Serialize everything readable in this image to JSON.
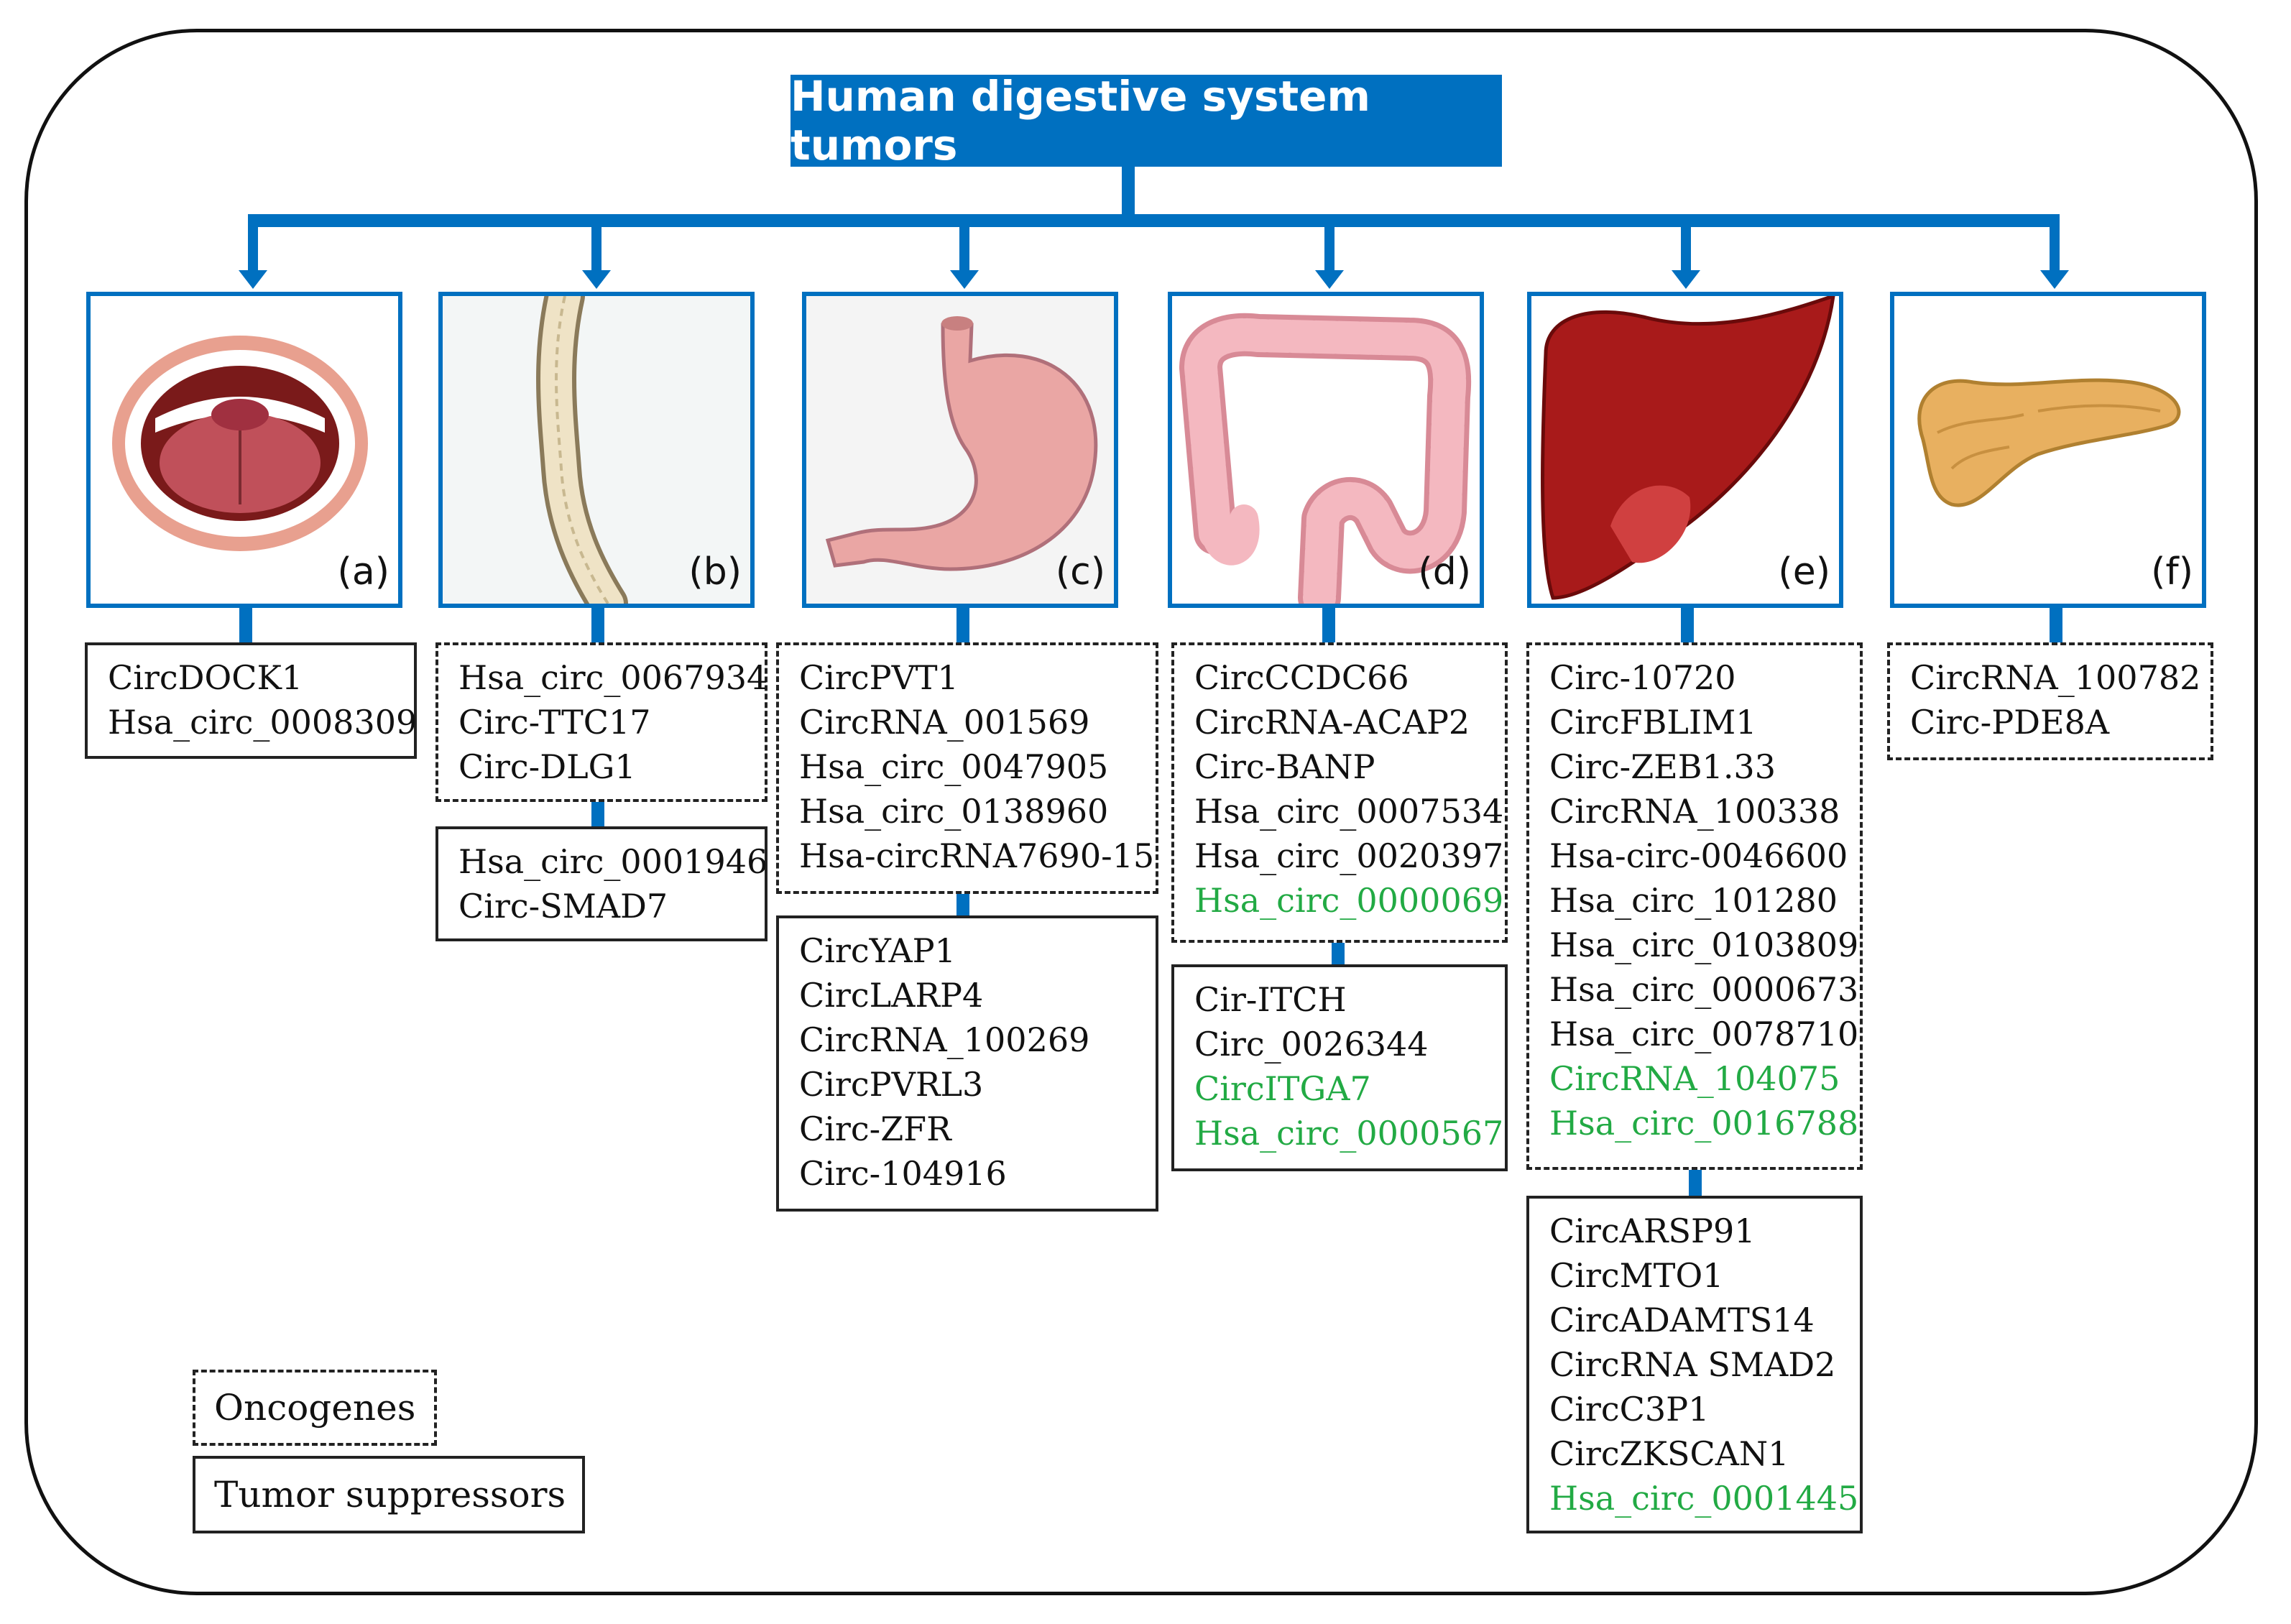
{
  "title": "Human digestive system tumors",
  "organs": [
    {
      "letter": "(a)",
      "icon": "mouth"
    },
    {
      "letter": "(b)",
      "icon": "esophagus"
    },
    {
      "letter": "(c)",
      "icon": "stomach"
    },
    {
      "letter": "(d)",
      "icon": "colon"
    },
    {
      "letter": "(e)",
      "icon": "liver"
    },
    {
      "letter": "(f)",
      "icon": "pancreas"
    }
  ],
  "lists": {
    "a_suppressors": [
      "CircDOCK1",
      "Hsa_circ_0008309"
    ],
    "b_oncogenes": [
      "Hsa_circ_0067934",
      "Circ-TTC17",
      "Circ-DLG1"
    ],
    "b_suppressors": [
      "Hsa_circ_0001946",
      "Circ-SMAD7"
    ],
    "c_oncogenes": [
      "CircPVT1",
      "CircRNA_001569",
      "Hsa_circ_0047905",
      "Hsa_circ_0138960",
      "Hsa-circRNA7690-15"
    ],
    "c_suppressors": [
      "CircYAP1",
      "CircLARP4",
      "CircRNA_100269",
      "CircPVRL3",
      "Circ-ZFR",
      "Circ-104916"
    ],
    "d_oncogenes": [
      "CircCCDC66",
      "CircRNA-ACAP2",
      "Circ-BANP",
      "Hsa_circ_0007534",
      "Hsa_circ_0020397",
      "Hsa_circ_0000069"
    ],
    "d_suppressors": [
      "Cir-ITCH",
      "Circ_0026344",
      "CircITGA7",
      "Hsa_circ_0000567"
    ],
    "e_oncogenes": [
      "Circ-10720",
      "CircFBLIM1",
      "Circ-ZEB1.33",
      "CircRNA_100338",
      "Hsa-circ-0046600",
      "Hsa_circ_101280",
      "Hsa_circ_0103809",
      "Hsa_circ_0000673",
      "Hsa_circ_0078710",
      "CircRNA_104075",
      "Hsa_circ_0016788"
    ],
    "e_suppressors": [
      "CircARSP91",
      "CircMTO1",
      "CircADAMTS14",
      "CircRNA SMAD2",
      "CircC3P1",
      "CircZKSCAN1",
      "Hsa_circ_0001445"
    ],
    "f_oncogenes": [
      "CircRNA_100782",
      "Circ-PDE8A"
    ]
  },
  "legend": {
    "oncogenes": "Oncogenes",
    "suppressors": "Tumor  suppressors"
  },
  "colors": {
    "accent_blue": "#0070c0",
    "highlight_green": "#22aa44"
  }
}
